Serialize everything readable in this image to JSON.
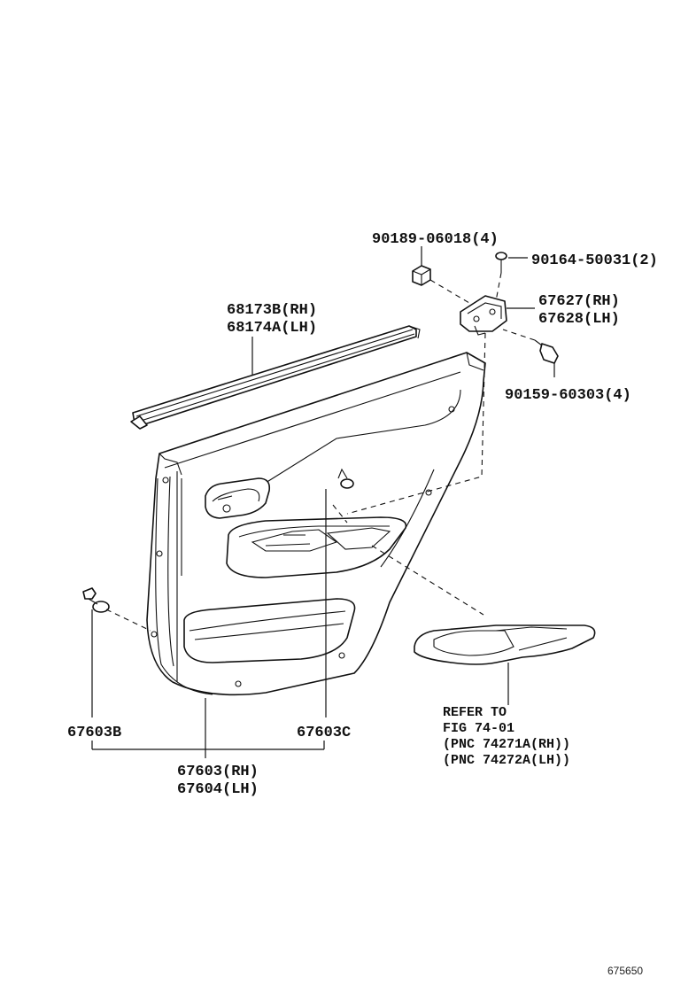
{
  "diagram": {
    "callouts": [
      {
        "id": "c1",
        "lines": [
          "90189-06018(4)"
        ]
      },
      {
        "id": "c2",
        "lines": [
          "90164-50031(2)"
        ]
      },
      {
        "id": "c3",
        "lines": [
          "67627(RH)",
          "67628(LH)"
        ]
      },
      {
        "id": "c4",
        "lines": [
          "90159-60303(4)"
        ]
      },
      {
        "id": "c5",
        "lines": [
          "68173B(RH)",
          "68174A(LH)"
        ]
      },
      {
        "id": "c6",
        "lines": [
          "67603B"
        ]
      },
      {
        "id": "c7",
        "lines": [
          "67603C"
        ]
      },
      {
        "id": "c8",
        "lines": [
          "67603(RH)",
          "67604(LH)"
        ]
      },
      {
        "id": "c9",
        "lines": [
          "REFER TO",
          "FIG 74-01",
          "(PNC 74271A(RH))",
          "(PNC 74272A(LH))"
        ]
      }
    ],
    "figure_number": "675650"
  }
}
